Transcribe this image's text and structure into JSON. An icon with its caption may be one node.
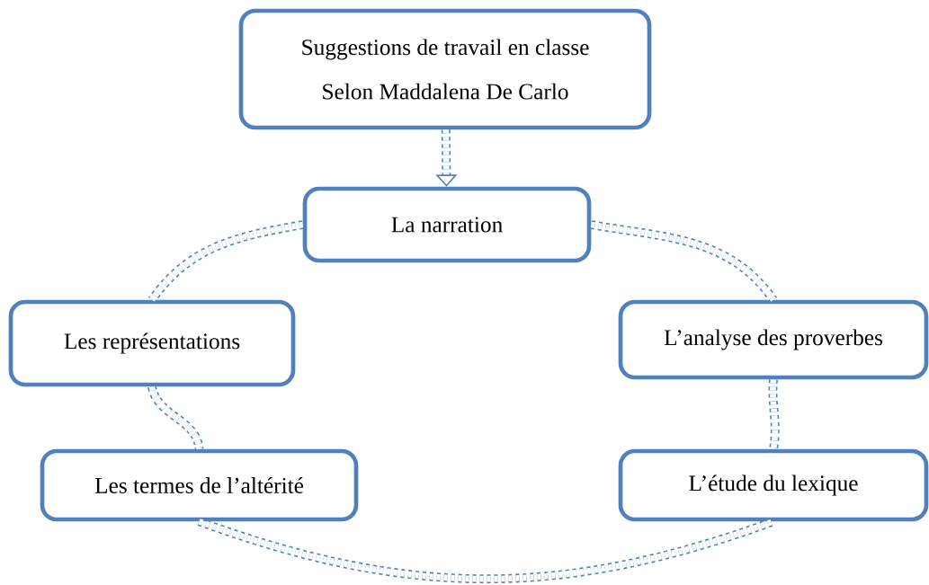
{
  "diagram": {
    "nodes": [
      {
        "text": [
          "Suggestions de travail en classe",
          "Selon Maddalena De Carlo"
        ]
      },
      {
        "text": [
          "La narration"
        ]
      },
      {
        "text": [
          "Les représentations"
        ]
      },
      {
        "text": [
          "L’analyse des proverbes"
        ]
      },
      {
        "text": [
          "Les termes de l’altérité"
        ]
      },
      {
        "text": [
          "L’étude du lexique"
        ]
      }
    ],
    "edges": [
      {
        "from": 0,
        "to": 1,
        "arrow": "to",
        "style": "dashed"
      },
      {
        "from": 1,
        "to": 2,
        "arrow": "none",
        "style": "dashed"
      },
      {
        "from": 1,
        "to": 3,
        "arrow": "none",
        "style": "dashed"
      },
      {
        "from": 2,
        "to": 4,
        "arrow": "none",
        "style": "dashed"
      },
      {
        "from": 3,
        "to": 5,
        "arrow": "none",
        "style": "dashed"
      },
      {
        "from": 4,
        "to": 5,
        "arrow": "none",
        "style": "dashed"
      }
    ]
  }
}
